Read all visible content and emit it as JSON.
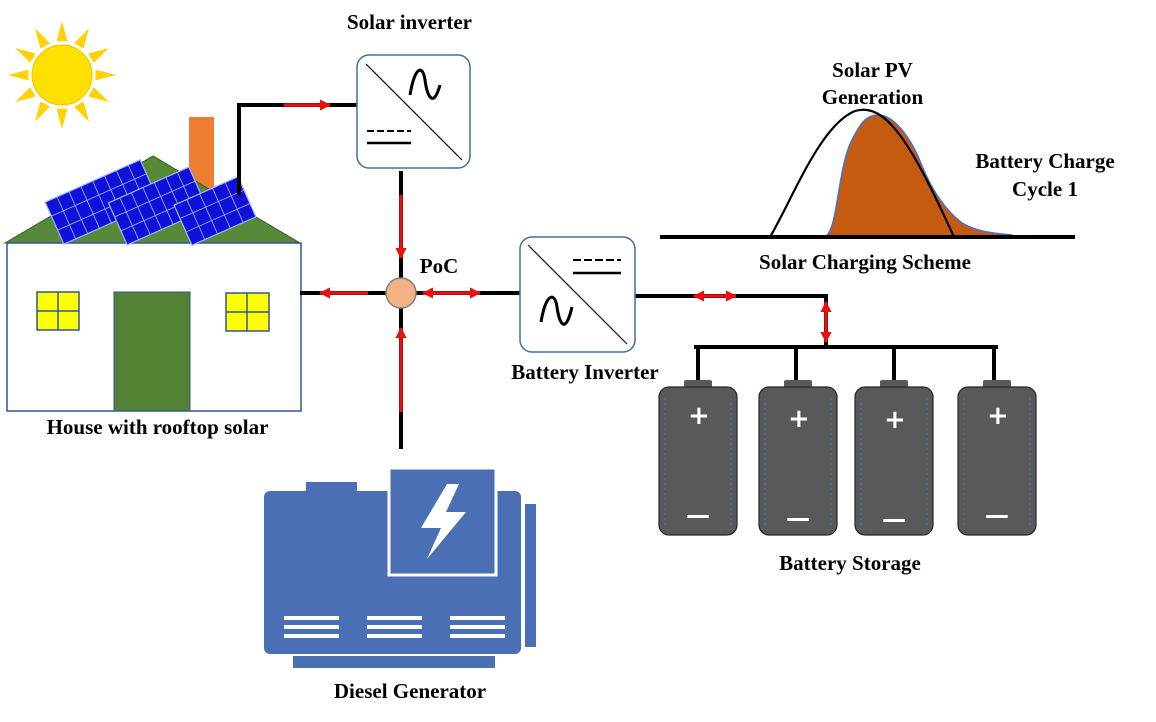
{
  "labels": {
    "solar_inverter": "Solar inverter",
    "solar_pv_line1": "Solar PV",
    "solar_pv_line2": "Generation",
    "battery_charge_line1": "Battery Charge",
    "battery_charge_line2": "Cycle 1",
    "poc": "PoC",
    "solar_charging_scheme": "Solar Charging Scheme",
    "battery_inverter": "Battery Inverter",
    "house": "House with rooftop solar",
    "battery_storage": "Battery Storage",
    "diesel_generator": "Diesel Generator"
  },
  "battery": {
    "plus": "+",
    "minus": "—"
  },
  "colors": {
    "sun": "#FFE000",
    "sun_ray": "#FFD200",
    "roof": "#568A38",
    "panel": "#1010D8",
    "chimney": "#ED7D31",
    "window": "#FFFF00",
    "door": "#548235",
    "poc_node": "#F4B183",
    "arrow": "#E81010",
    "charge_fill": "#C55A11",
    "battery": "#595959",
    "generator": "#4A6FB5"
  },
  "icons": [
    "sun-icon",
    "solar-panel-icon",
    "inverter-icon",
    "battery-icon",
    "lightning-bolt-icon"
  ]
}
